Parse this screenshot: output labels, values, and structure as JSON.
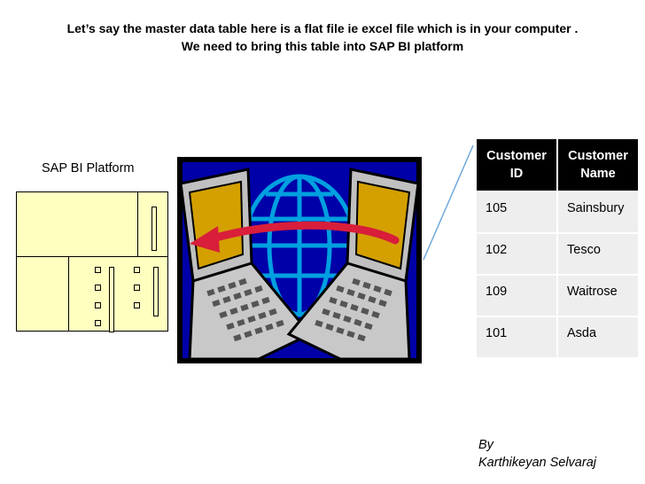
{
  "title": {
    "line1": "Let’s say the master data table here is a flat file ie excel file which is in your computer .",
    "line2": "We need to bring this table into SAP BI platform"
  },
  "platform_label": "SAP BI Platform",
  "table": {
    "headers": [
      {
        "line1": "Customer",
        "line2": "ID"
      },
      {
        "line1": "Customer",
        "line2": "Name"
      }
    ],
    "rows": [
      [
        "105",
        "Sainsbury"
      ],
      [
        "102",
        "Tesco"
      ],
      [
        "109",
        "Waitrose"
      ],
      [
        "101",
        "Asda"
      ]
    ]
  },
  "author": {
    "by": "By",
    "name": "Karthikeyan Selvaraj"
  },
  "colors": {
    "server_fill": "#ffffc0",
    "clipart_bg": "#0000a8",
    "screen": "#d4a000",
    "arrow": "#d81e3a",
    "globe": "#00a0e0",
    "connector": "#6fa8dc"
  }
}
